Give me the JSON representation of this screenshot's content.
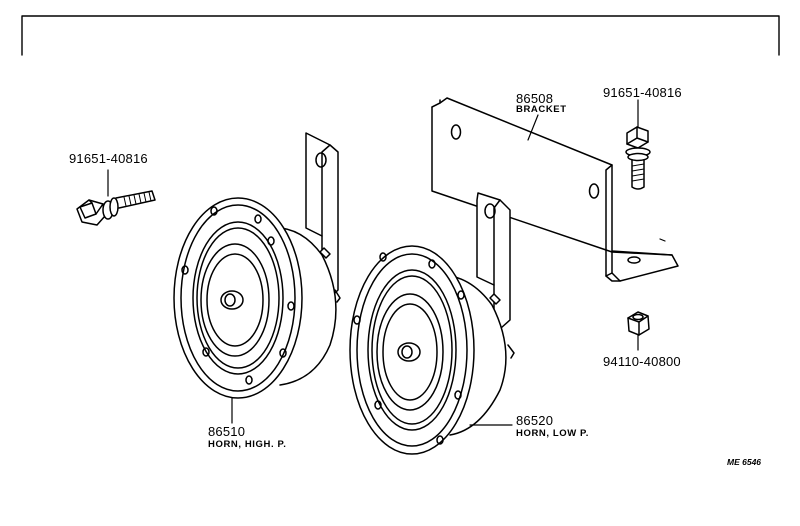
{
  "parts": {
    "bolt_left": {
      "part_no": "91651-40816"
    },
    "bolt_right": {
      "part_no": "91651-40816"
    },
    "bracket": {
      "part_no": "86508",
      "name": "BRACKET"
    },
    "nut": {
      "part_no": "94110-40800"
    },
    "horn_high": {
      "part_no": "86510",
      "name": "HORN, HIGH. P."
    },
    "horn_low": {
      "part_no": "86520",
      "name": "HORN, LOW P."
    }
  },
  "reference_code": "ME 6546",
  "colors": {
    "line": "#000000",
    "background": "#ffffff"
  }
}
